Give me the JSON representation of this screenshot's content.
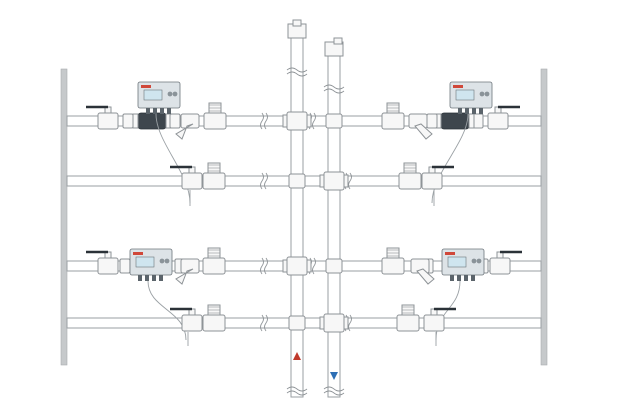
{
  "meters": [
    {
      "id": "top-left"
    },
    {
      "id": "top-right"
    },
    {
      "id": "bottom-left"
    },
    {
      "id": "bottom-right"
    }
  ],
  "colors": {
    "supply_arrow": "#c0392b",
    "return_arrow": "#2e6fb5",
    "meter_brand": "#d0483a",
    "pipe_stroke": "#9a9fa3",
    "wall_fill": "#c6c9cb"
  },
  "icons": {
    "supply": "arrow-up-icon",
    "return": "arrow-down-icon"
  }
}
